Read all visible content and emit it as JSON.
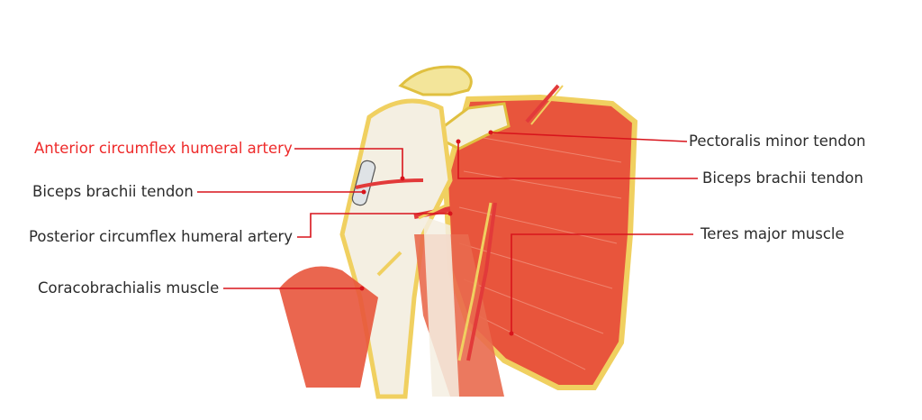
{
  "labels": {
    "anterior_circumflex": "Anterior circumflex humeral artery",
    "biceps_left": "Biceps brachii tendon",
    "posterior_circumflex": "Posterior circumflex humeral artery",
    "coracobrachialis": "Coracobrachialis muscle",
    "pectoralis_minor": "Pectoralis minor tendon",
    "biceps_right": "Biceps brachii tendon",
    "teres_major": "Teres major muscle"
  },
  "colors": {
    "highlight_label": "#ee2a2a",
    "leader_line": "#d8141c",
    "label_text": "#2b2b2b",
    "muscle": "#e8553c",
    "bone": "#f3e59a",
    "tendon": "#f4efe2"
  }
}
